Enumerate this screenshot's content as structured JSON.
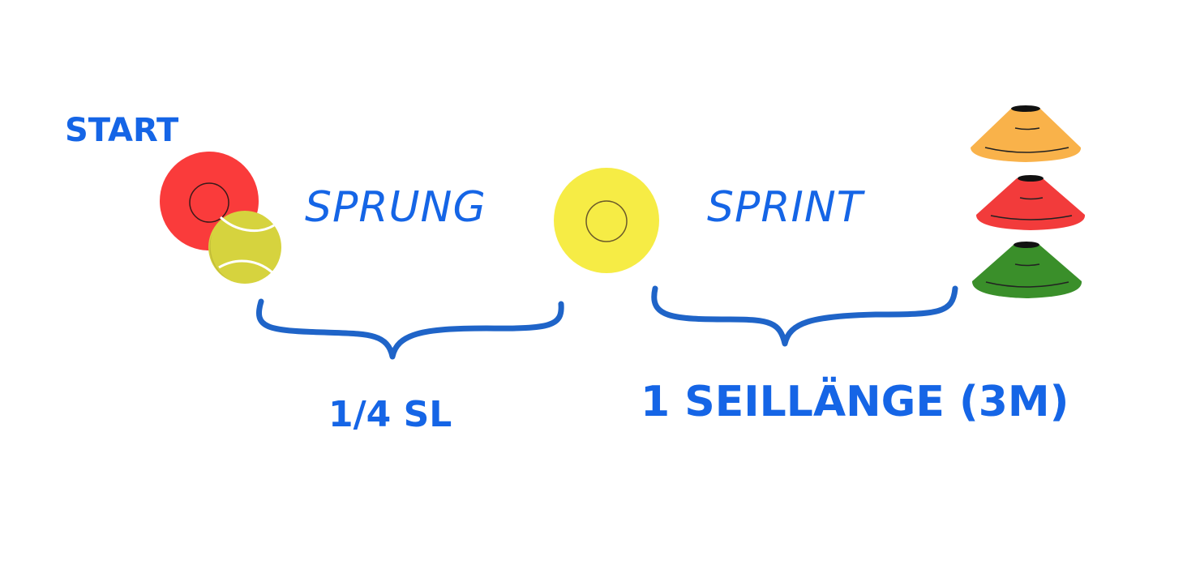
{
  "labels": {
    "start": "START",
    "jump": "SPRUNG",
    "sprint": "SPRINT",
    "quarter_length": "1/4 SL",
    "rope_length": "1 SEILLÄNGE (3M)"
  },
  "colors": {
    "text": "#1565e6",
    "brace": "#1f64c8",
    "start_marker": "#fa3b3b",
    "midpoint_marker": "#f6ec45",
    "tennis_ball": "#d6d33e",
    "cone_orange": "#f9b24a",
    "cone_red": "#f23b3b",
    "cone_green": "#3a8f2a"
  }
}
